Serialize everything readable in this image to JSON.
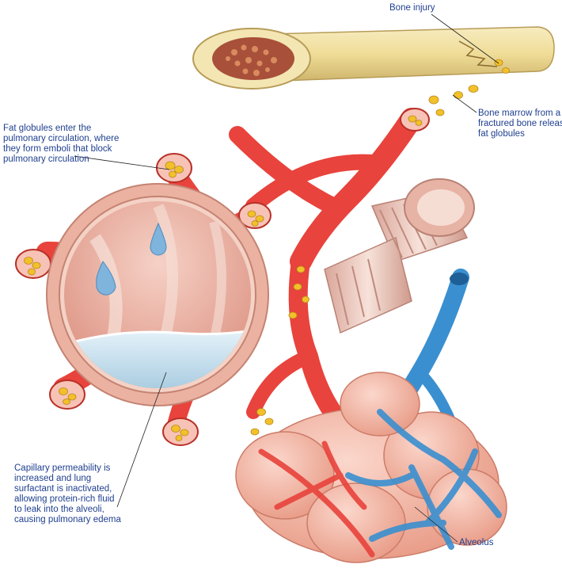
{
  "labels": {
    "bone_injury": [
      "Bone injury"
    ],
    "marrow": [
      "Bone marrow from a",
      "fractured bone releases",
      "fat globules"
    ],
    "fat_globules": [
      "Fat globules enter the",
      "pulmonary circulation, where",
      "they form emboli that block",
      "pulmonary circulation"
    ],
    "capillary": [
      "Capillary permeability is",
      "increased and lung",
      "surfactant is inactivated,",
      "allowing protein-rich fluid",
      "to leak into the alveoli,",
      "causing pulmonary edema"
    ],
    "alveolus": [
      "Alveolus"
    ]
  },
  "colors": {
    "label_text": "#1f3f8f",
    "artery": "#e8433c",
    "vein": "#3a8fd0",
    "bone": "#efdf9c",
    "fat_globule": "#f2c02a",
    "alveolus_tissue": "#f3b7a6",
    "fluid": "#cfe6f2"
  }
}
